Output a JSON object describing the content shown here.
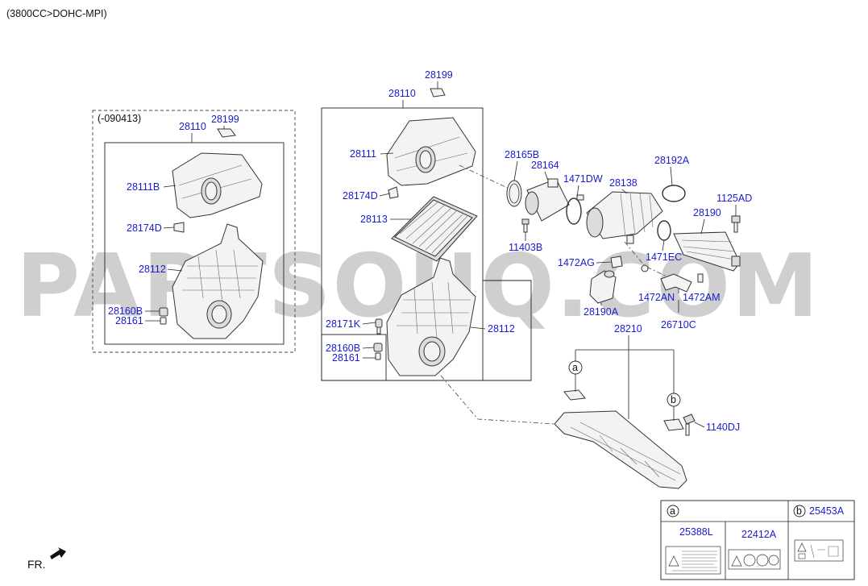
{
  "header": {
    "title": "(3800CC>DOHC-MPI)"
  },
  "watermark": "PARTSOUQ.COM",
  "direction": {
    "label": "FR."
  },
  "left_group": {
    "tag": "(-090413)",
    "labels": [
      "28110",
      "28199",
      "28111B",
      "28174D",
      "28112",
      "28160B",
      "28161"
    ]
  },
  "center_group": {
    "labels": [
      "28199",
      "28110",
      "28111",
      "28174D",
      "28113",
      "28171K",
      "28112",
      "28160B",
      "28161"
    ]
  },
  "right_group": {
    "labels": [
      "28165B",
      "28164",
      "1471DW",
      "28138",
      "28192A",
      "1125AD",
      "28190",
      "11403B",
      "1472AG",
      "1471EC",
      "28190A",
      "1472AN",
      "1472AM",
      "26710C",
      "28210",
      "1140DJ"
    ]
  },
  "callouts": {
    "a": "a",
    "b": "b"
  },
  "legend": {
    "a_marker": "a",
    "b_marker": "b",
    "b_part": "25453A",
    "a_parts": [
      "25388L",
      "22412A"
    ]
  },
  "colors": {
    "label": "#1a1ad0",
    "line": "#222222",
    "watermark": "#cfcfcf"
  }
}
